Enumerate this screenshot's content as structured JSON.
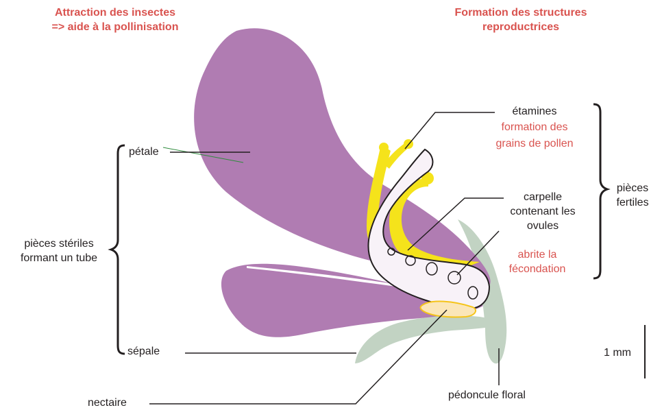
{
  "headers": {
    "left": [
      "Attraction des insectes",
      "=> aide à la pollinisation"
    ],
    "right": [
      "Formation  des structures",
      "reproductrices"
    ]
  },
  "labels": {
    "petale": "pétale",
    "sepale": "sépale",
    "nectaire": "nectaire",
    "pedoncule": "pédoncule floral",
    "etamines": "étamines",
    "carpelle": [
      "carpelle",
      "contenant les",
      "ovules"
    ],
    "sterile_group": [
      "pièces stériles",
      "formant un tube"
    ],
    "fertile_group": [
      "pièces",
      "fertiles"
    ],
    "scale": "1 mm"
  },
  "functions": {
    "etamines": [
      "formation des",
      "grains de pollen"
    ],
    "carpelle": [
      "abrite la",
      "fécondation"
    ]
  },
  "colors": {
    "petal": "#b07cb2",
    "sepal": "#c2d3c3",
    "stamen": "#f5e31b",
    "carpel_fill": "#f8f2f8",
    "nectary_fill": "#fbe6b8",
    "nectary_stroke": "#f5c419",
    "function_text": "#d9534f",
    "header_text": "#d9534f",
    "leader": "#231f20"
  }
}
